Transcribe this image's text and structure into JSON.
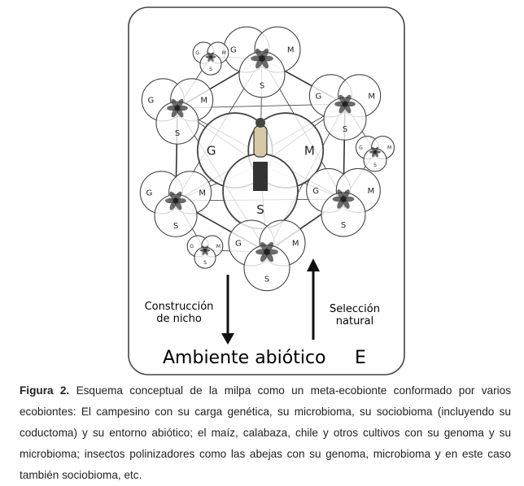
{
  "figure": {
    "letters": {
      "g": "G",
      "m": "M",
      "s": "S"
    },
    "left_arrow_label": [
      "Construcción",
      "de nicho"
    ],
    "right_arrow_label": [
      "Selección",
      "natural"
    ],
    "bottom_label": "Ambiente abiótico",
    "bottom_letter": "E",
    "line_color": "#222222",
    "frame_color": "#444444"
  },
  "caption": {
    "label": "Figura 2.",
    "text": "Esquema conceptual de la milpa como un meta-ecobionte conformado por varios ecobiontes: El campesino con su carga genética, su microbioma, su sociobioma (incluyendo su coductoma) y su entorno abiótico; el maíz, calabaza, chile y otros cultivos con su genoma y su microbioma; insectos polinizadores como las abejas con su genoma, microbioma y en este caso también sociobioma, etc."
  }
}
